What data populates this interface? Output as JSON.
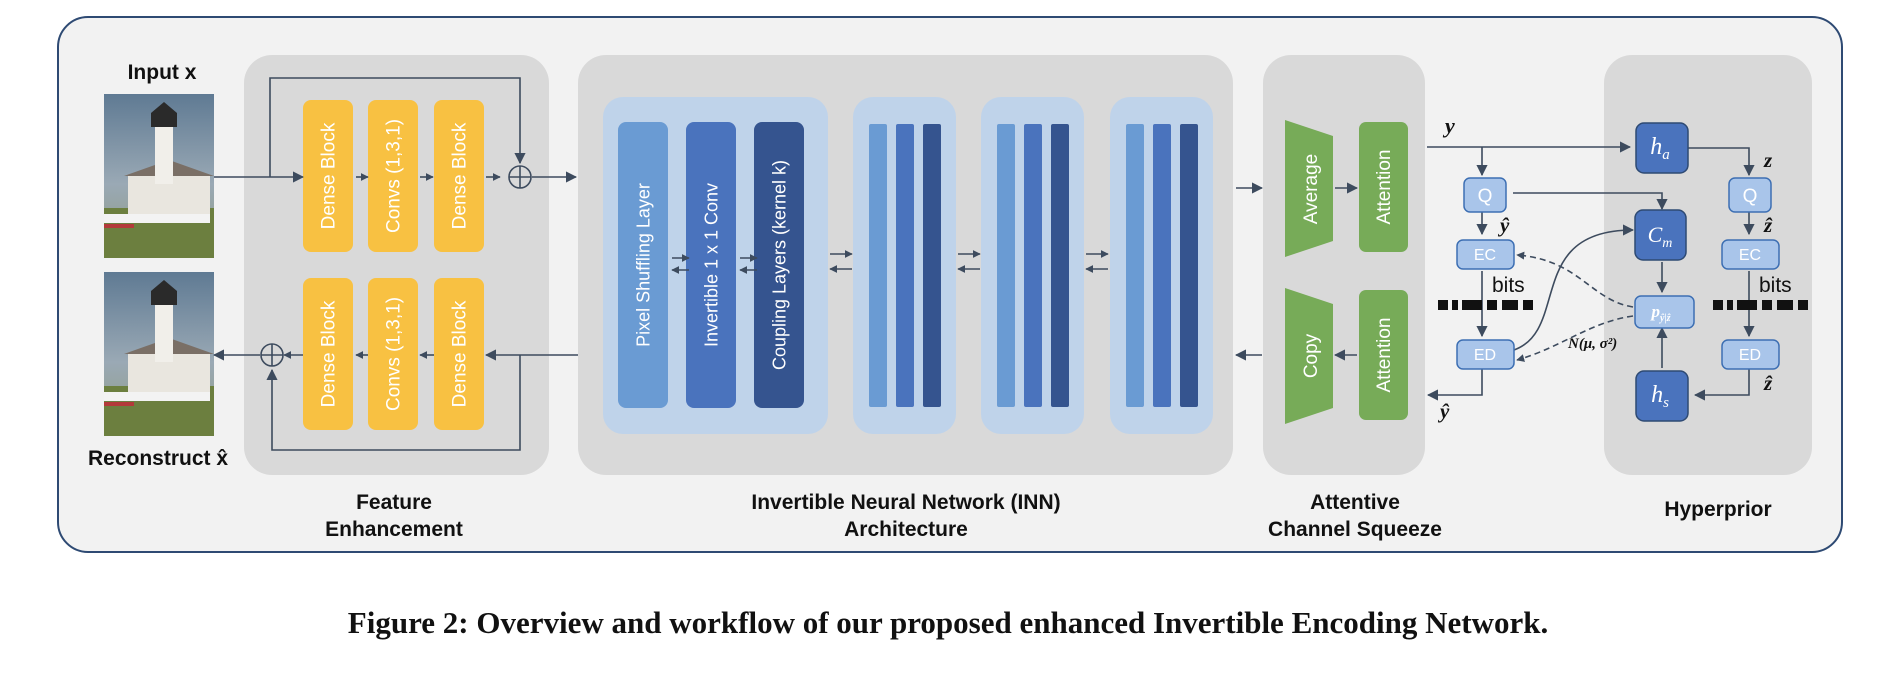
{
  "labels": {
    "input": "Input x",
    "reconstruct": "Reconstruct x̂",
    "feature_enhancement": [
      "Feature",
      "Enhancement"
    ],
    "inn": [
      "Invertible Neural Network (INN)",
      "Architecture"
    ],
    "acs": [
      "Attentive",
      "Channel Squeeze"
    ],
    "hyperprior": "Hyperprior"
  },
  "fe_blocks_top": [
    "Dense Block",
    "Convs (1,3,1)",
    "Dense Block"
  ],
  "fe_blocks_bottom": [
    "Dense Block",
    "Convs (1,3,1)",
    "Dense Block"
  ],
  "inn_layers": [
    "Pixel Shuffling Layer",
    "Invertible 1 x 1 Conv",
    "Coupling Layers (kernel k)"
  ],
  "squeeze": {
    "average": "Average",
    "copy": "Copy",
    "attention_top": "Attention",
    "attention_bottom": "Attention"
  },
  "entropy": {
    "y": "y",
    "y_hat_top": "ŷ",
    "y_hat_bottom": "ŷ",
    "q": "Q",
    "ec": "EC",
    "ed": "ED",
    "bits": "bits",
    "cm_base": "C",
    "cm_sub": "m",
    "p_base": "p",
    "p_sub": "ŷ|ẑ",
    "normal": "N(μ, σ²)"
  },
  "hyper": {
    "ha_base": "h",
    "ha_sub": "a",
    "hs_base": "h",
    "hs_sub": "s",
    "z": "z",
    "z_hat_top": "ẑ",
    "z_hat_bottom": "ẑ",
    "q": "Q",
    "ec": "EC",
    "ed": "ED",
    "bits": "bits"
  },
  "caption": "Figure 2: Overview and workflow of our proposed enhanced Invertible Encoding Network.",
  "colors": {
    "yellow_block": "#F8C142",
    "green_block": "#77AB58",
    "panel_gray": "#D9D9D9",
    "outer_bg": "#F2F2F2",
    "border_navy": "#2E4A73",
    "inn_group": "#BFD3EA",
    "blue_light": "#6A9BD3",
    "blue_mid": "#4A73BD",
    "blue_dark": "#35548F",
    "small_box": "#A9C5EA",
    "arrow": "#3D4B5E"
  }
}
